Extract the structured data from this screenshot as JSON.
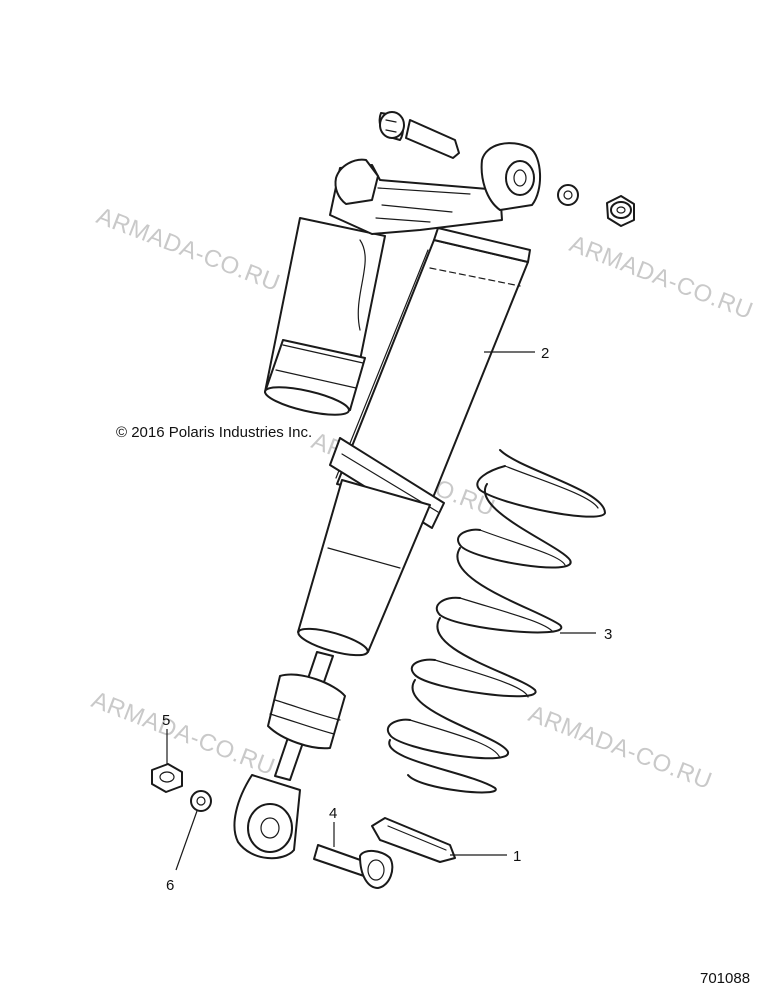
{
  "watermarks": [
    {
      "text": "ARMADA-CO.RU"
    },
    {
      "text": "ARMADA-CO.RU"
    },
    {
      "text": "ARMADA-CO.RU"
    },
    {
      "text": "ARMADA-CO.RU"
    },
    {
      "text": "ARMADA-CO.RU"
    }
  ],
  "copyright": "© 2016 Polaris Industries Inc.",
  "drawing_number": "701088",
  "callouts": [
    {
      "number": "1",
      "part": "spring-retainer"
    },
    {
      "number": "2",
      "part": "shock-body"
    },
    {
      "number": "3",
      "part": "coil-spring"
    },
    {
      "number": "4",
      "part": "lower-bolt"
    },
    {
      "number": "5",
      "part": "nut"
    },
    {
      "number": "6",
      "part": "washer"
    }
  ],
  "colors": {
    "line": "#1a1a1a",
    "watermark": "#c9c9c9",
    "background": "#ffffff"
  }
}
